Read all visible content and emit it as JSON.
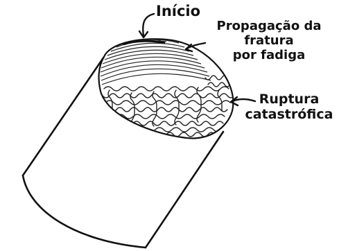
{
  "labels": {
    "inicio": "Início",
    "propagacao_line1": "Propagação da",
    "propagacao_line2": "fratura",
    "propagacao_line3": "por fadiga",
    "ruptura_line1": "Ruptura",
    "ruptura_line2": "catastrófica"
  },
  "colors": {
    "ink": "#111111",
    "background": "#ffffff"
  }
}
